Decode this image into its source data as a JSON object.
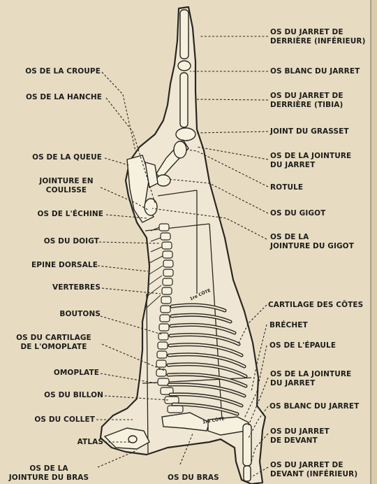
{
  "labels": {
    "left": [
      "OS DE LA CROUPE",
      "OS DE LA HANCHE",
      "OS DE LA QUEUE",
      "JOINTURE EN\nCOULISSE",
      "OS DE L'ÉCHINE",
      "OS DU DOIGT",
      "EPINE DORSALE",
      "VERTEBRES",
      "BOUTONS",
      "OS DU CARTILAGE\nDE L'OMOPLATE",
      "OMOPLATE",
      "OS DU BILLON",
      "OS DU COLLET",
      "ATLAS",
      "OS DE LA\nJOINTURE DU BRAS"
    ],
    "bottom": "OS DU BRAS",
    "right": [
      "OS DU JARRET DE\nDERRIÈRE (INFÉRIEUR)",
      "OS BLANC DU JARRET",
      "OS DU JARRET DE\nDERRIÈRE (TIBIA)",
      "JOINT DU GRASSET",
      "OS DE LA JOINTURE\nDU JARRET",
      "ROTULE",
      "OS DU GIGOT",
      "OS DE LA\nJOINTURE DU GIGOT",
      "CARTILAGE DES CÔTES",
      "BRÉCHET",
      "OS DE L'ÉPAULE",
      "OS DE LA JOINTURE\nDU JARRET",
      "OS BLANC DU JARRET",
      "OS DU JARRET\nDE DEVANT",
      "OS DU JARRET DE\nDEVANT (INFÉRIEUR)"
    ]
  },
  "inline": {
    "ribs_upper": "1re CÔTE",
    "ribs_lower": "1re CÔTE"
  },
  "colors": {
    "paper": "#e7dcc2",
    "ink": "#1d1d1b"
  }
}
